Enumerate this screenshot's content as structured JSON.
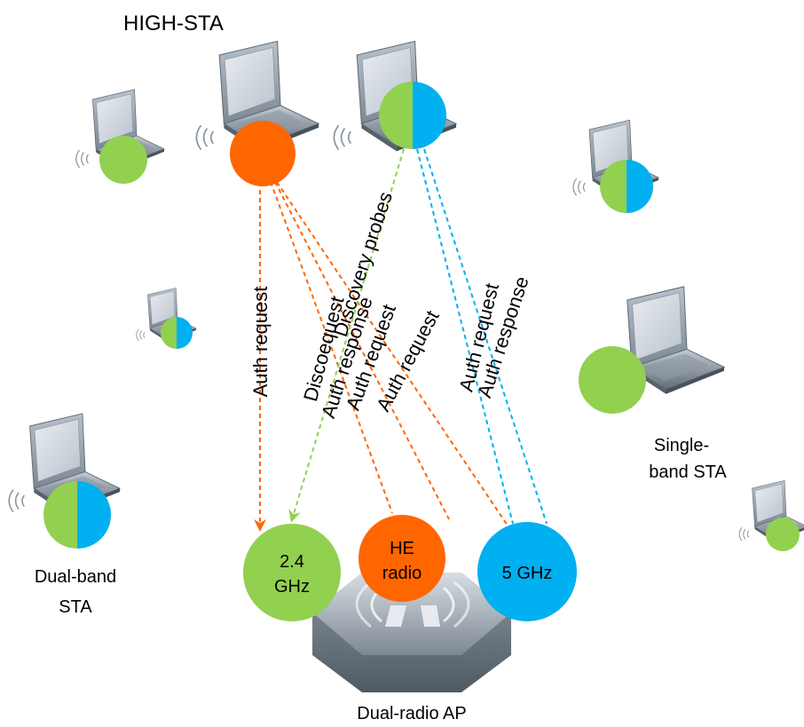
{
  "labels": {
    "high_sta": "HIGH-STA",
    "single_band_sta": [
      "Single-",
      "band STA"
    ],
    "dual_band_sta": [
      "Dual-band",
      "STA"
    ],
    "dual_radio_ap": "Dual-radio AP"
  },
  "radios": {
    "r24": [
      "2.4",
      "GHz"
    ],
    "he": [
      "HE",
      "radio"
    ],
    "r5": "5 GHz"
  },
  "arrow_labels": {
    "a1": "Auth request",
    "a2": "Discoequest",
    "a3": "Auth response",
    "a4": "Auth request",
    "a5": "Auth request",
    "a6": "Auth response",
    "a7": "Discovery probes"
  },
  "colors": {
    "orange": "#ff6600",
    "green": "#92d050",
    "blue": "#00b0f0",
    "text": "#000000"
  }
}
